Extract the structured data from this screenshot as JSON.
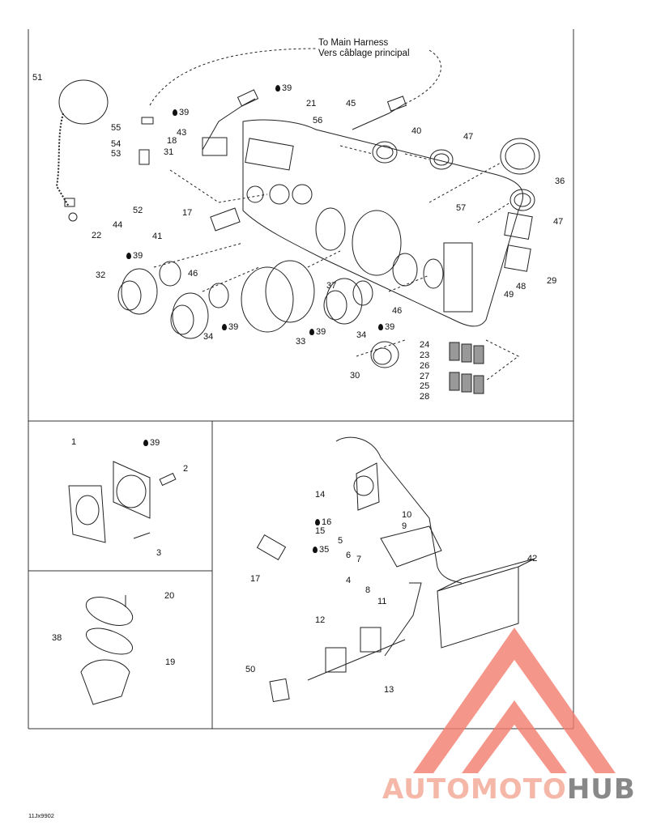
{
  "harness": {
    "line1": "To Main Harness",
    "line2": "Vers câblage principal"
  },
  "footer_code": "11Jx9902",
  "watermark": {
    "part1": "AUTOMOTO",
    "part2": "HUB",
    "color1": "#f5b7a8",
    "color2": "#888888",
    "logo_color": "#f27e6e"
  },
  "callouts": [
    {
      "id": "51",
      "t": "51"
    },
    {
      "id": "39a",
      "t": "39",
      "drop": true
    },
    {
      "id": "39b",
      "t": "39",
      "drop": true
    },
    {
      "id": "55",
      "t": "55"
    },
    {
      "id": "43",
      "t": "43"
    },
    {
      "id": "18",
      "t": "18"
    },
    {
      "id": "31",
      "t": "31"
    },
    {
      "id": "54",
      "t": "54"
    },
    {
      "id": "53",
      "t": "53"
    },
    {
      "id": "45",
      "t": "45"
    },
    {
      "id": "21",
      "t": "21"
    },
    {
      "id": "56",
      "t": "56"
    },
    {
      "id": "40",
      "t": "40"
    },
    {
      "id": "47a",
      "t": "47"
    },
    {
      "id": "36",
      "t": "36"
    },
    {
      "id": "47b",
      "t": "47"
    },
    {
      "id": "57",
      "t": "57"
    },
    {
      "id": "52",
      "t": "52"
    },
    {
      "id": "44",
      "t": "44"
    },
    {
      "id": "22",
      "t": "22"
    },
    {
      "id": "17a",
      "t": "17"
    },
    {
      "id": "41",
      "t": "41"
    },
    {
      "id": "39c",
      "t": "39",
      "drop": true
    },
    {
      "id": "32",
      "t": "32"
    },
    {
      "id": "46a",
      "t": "46"
    },
    {
      "id": "37",
      "t": "37"
    },
    {
      "id": "46b",
      "t": "46"
    },
    {
      "id": "48",
      "t": "48"
    },
    {
      "id": "29",
      "t": "29"
    },
    {
      "id": "49",
      "t": "49"
    },
    {
      "id": "34a",
      "t": "34"
    },
    {
      "id": "39d",
      "t": "39",
      "drop": true
    },
    {
      "id": "33",
      "t": "33"
    },
    {
      "id": "39e",
      "t": "39",
      "drop": true
    },
    {
      "id": "34b",
      "t": "34"
    },
    {
      "id": "39f",
      "t": "39",
      "drop": true
    },
    {
      "id": "24",
      "t": "24"
    },
    {
      "id": "23",
      "t": "23"
    },
    {
      "id": "26",
      "t": "26"
    },
    {
      "id": "30",
      "t": "30"
    },
    {
      "id": "27",
      "t": "27"
    },
    {
      "id": "25",
      "t": "25"
    },
    {
      "id": "28",
      "t": "28"
    },
    {
      "id": "1",
      "t": "1"
    },
    {
      "id": "39g",
      "t": "39",
      "drop": true
    },
    {
      "id": "2",
      "t": "2"
    },
    {
      "id": "3",
      "t": "3"
    },
    {
      "id": "20",
      "t": "20"
    },
    {
      "id": "38",
      "t": "38"
    },
    {
      "id": "19",
      "t": "19"
    },
    {
      "id": "14",
      "t": "14"
    },
    {
      "id": "16",
      "t": "16",
      "drop": true
    },
    {
      "id": "15",
      "t": "15"
    },
    {
      "id": "10",
      "t": "10"
    },
    {
      "id": "9",
      "t": "9"
    },
    {
      "id": "5",
      "t": "5"
    },
    {
      "id": "35",
      "t": "35",
      "drop": true
    },
    {
      "id": "6",
      "t": "6"
    },
    {
      "id": "7",
      "t": "7"
    },
    {
      "id": "17b",
      "t": "17"
    },
    {
      "id": "4",
      "t": "4"
    },
    {
      "id": "8",
      "t": "8"
    },
    {
      "id": "42",
      "t": "42"
    },
    {
      "id": "11",
      "t": "11"
    },
    {
      "id": "12",
      "t": "12"
    },
    {
      "id": "50",
      "t": "50"
    },
    {
      "id": "13",
      "t": "13"
    }
  ]
}
